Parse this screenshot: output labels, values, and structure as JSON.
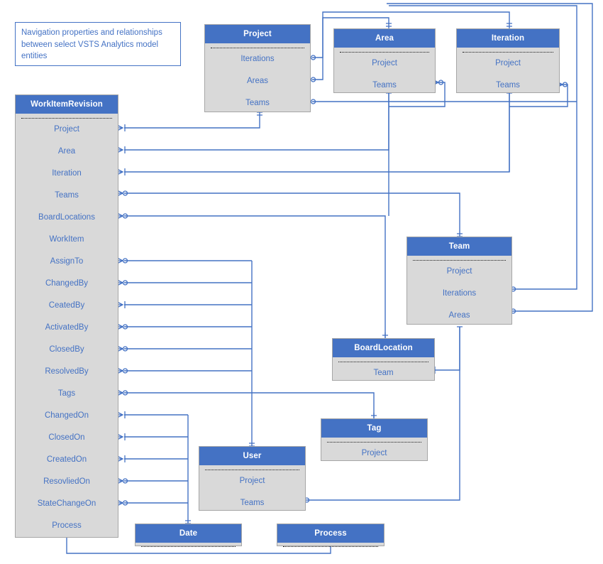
{
  "note": {
    "text": "Navigation properties and relationships between select VSTS Analytics model entities"
  },
  "colors": {
    "header": "#4472c4",
    "body": "#d9d9d9",
    "line": "#4472c4",
    "text": "#4472c4",
    "border": "#a6a6a6"
  },
  "entities": [
    {
      "id": "workitemrevision",
      "title": "WorkItemRevision",
      "properties": [
        "Project",
        "Area",
        "Iteration",
        "Teams",
        "BoardLocations",
        "WorkItem",
        "AssignTo",
        "ChangedBy",
        "CeatedBy",
        "ActivatedBy",
        "ClosedBy",
        "ResolvedBy",
        "Tags",
        "ChangedOn",
        "ClosedOn",
        "CreatedOn",
        "ResovliedOn",
        "StateChangeOn",
        "Process"
      ]
    },
    {
      "id": "project",
      "title": "Project",
      "properties": [
        "Iterations",
        "Areas",
        "Teams"
      ]
    },
    {
      "id": "area",
      "title": "Area",
      "properties": [
        "Project",
        "Teams"
      ]
    },
    {
      "id": "iteration",
      "title": "Iteration",
      "properties": [
        "Project",
        "Teams"
      ]
    },
    {
      "id": "team",
      "title": "Team",
      "properties": [
        "Project",
        "Iterations",
        "Areas"
      ]
    },
    {
      "id": "boardlocation",
      "title": "BoardLocation",
      "properties": [
        "Team"
      ]
    },
    {
      "id": "tag",
      "title": "Tag",
      "properties": [
        "Project"
      ]
    },
    {
      "id": "user",
      "title": "User",
      "properties": [
        "Project",
        "Teams"
      ]
    },
    {
      "id": "date",
      "title": "Date",
      "properties": []
    },
    {
      "id": "process",
      "title": "Process",
      "properties": []
    }
  ]
}
